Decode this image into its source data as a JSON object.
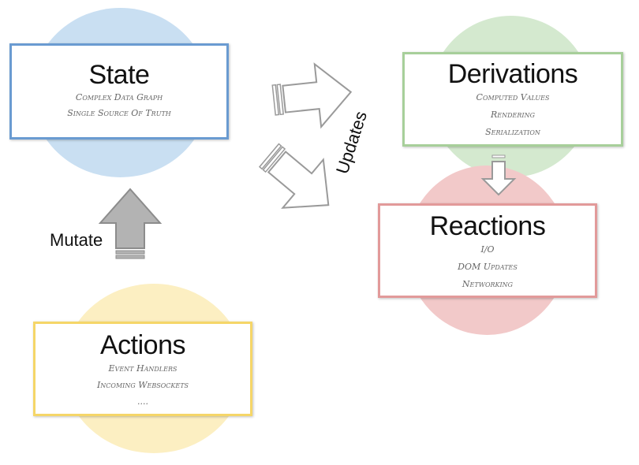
{
  "colors": {
    "state_circle": "#c9dff2",
    "state_border": "#6a9bd1",
    "derivations_circle": "#d4e9cf",
    "derivations_border": "#a7cf9a",
    "reactions_circle": "#f2c9c9",
    "reactions_border": "#e29a9a",
    "actions_circle": "#fcefc2",
    "actions_border": "#f5d668",
    "arrow_outline": "#9a9a9a",
    "arrow_fill_solid": "#b3b3b3"
  },
  "state": {
    "title": "State",
    "lines": [
      "Complex Data Graph",
      "Single Source Of Truth"
    ]
  },
  "derivations": {
    "title": "Derivations",
    "lines": [
      "Computed Values",
      "Rendering",
      "Serialization"
    ]
  },
  "reactions": {
    "title": "Reactions",
    "lines": [
      "I/O",
      "DOM Updates",
      "Networking"
    ]
  },
  "actions": {
    "title": "Actions",
    "lines": [
      "Event Handlers",
      "Incoming Websockets",
      "...."
    ]
  },
  "labels": {
    "mutate": "Mutate",
    "updates": "Updates"
  }
}
